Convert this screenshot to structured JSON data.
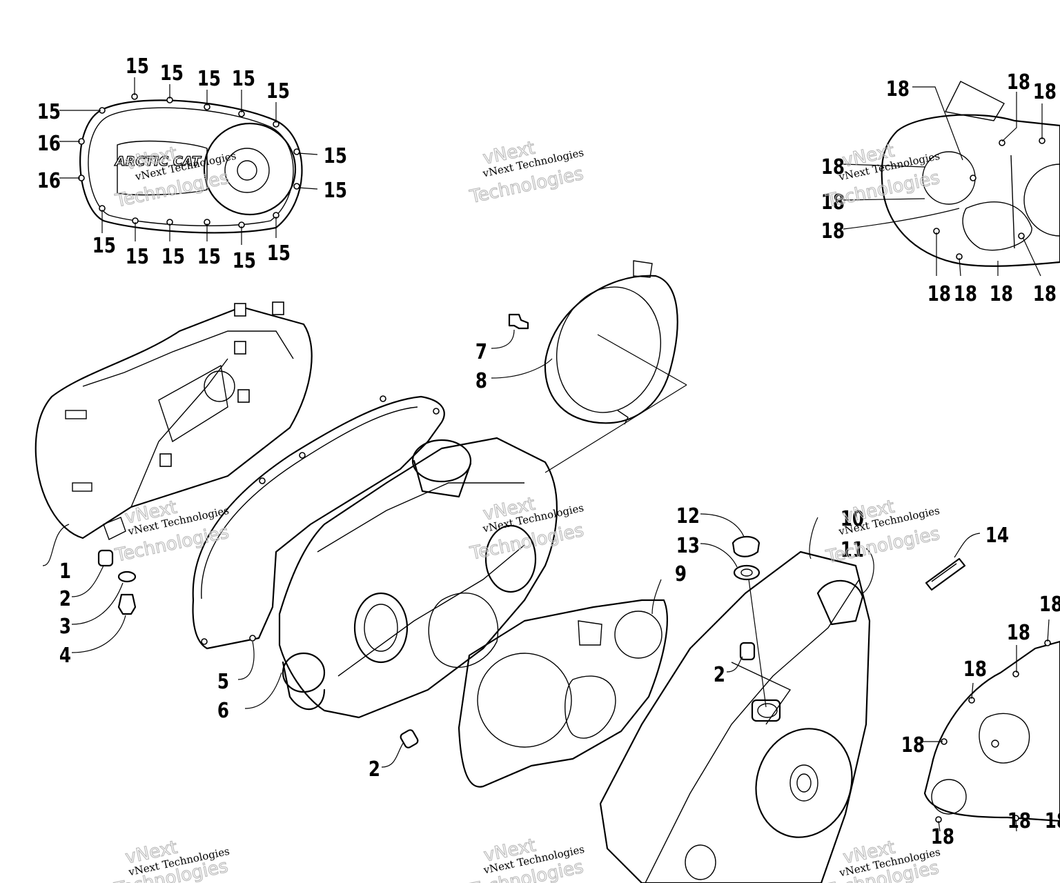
{
  "logo_text": "ARCTIC CAT",
  "watermark": {
    "line1": "vNext Technologies",
    "big1": "vNext",
    "big2": "Technologies"
  },
  "callouts": {
    "a": "15",
    "b": "16",
    "c": "18",
    "d": "1",
    "e": "2",
    "f": "3",
    "g": "4",
    "h": "5",
    "i": "6",
    "j": "7",
    "k": "8",
    "l": "9",
    "m": "10",
    "n": "11",
    "o": "12",
    "p": "13",
    "q": "14"
  }
}
